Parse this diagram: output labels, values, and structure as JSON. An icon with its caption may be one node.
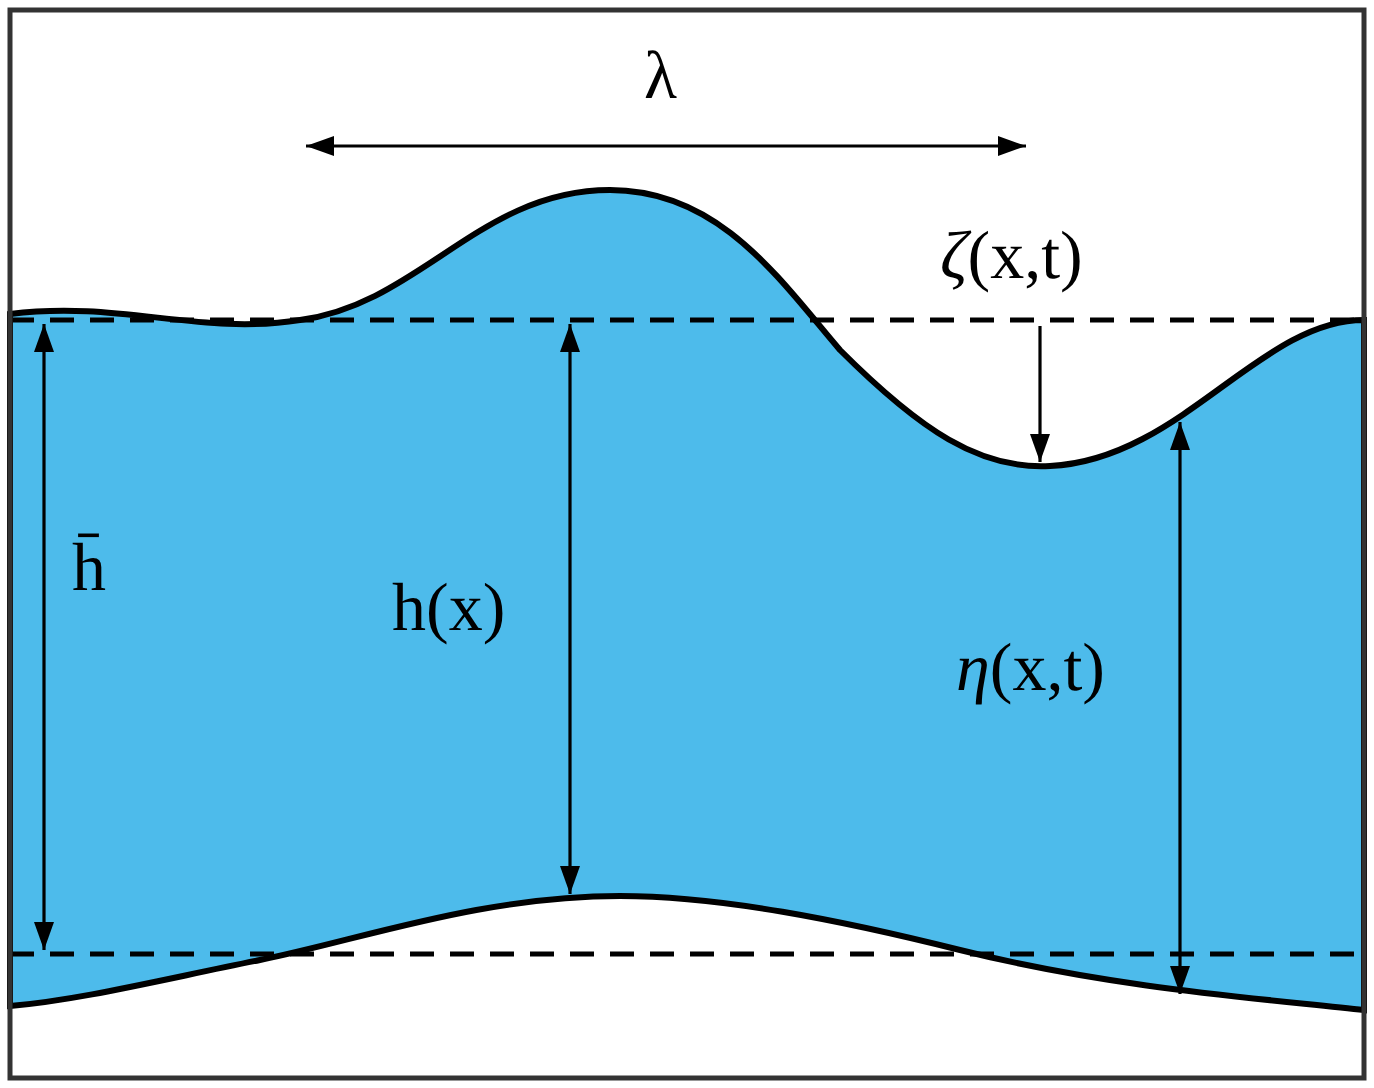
{
  "diagram": {
    "labels": [
      "λ",
      "*ζ*(x,t)",
      "h̄",
      "h(x)",
      "*η*(x,t)"
    ]
  }
}
